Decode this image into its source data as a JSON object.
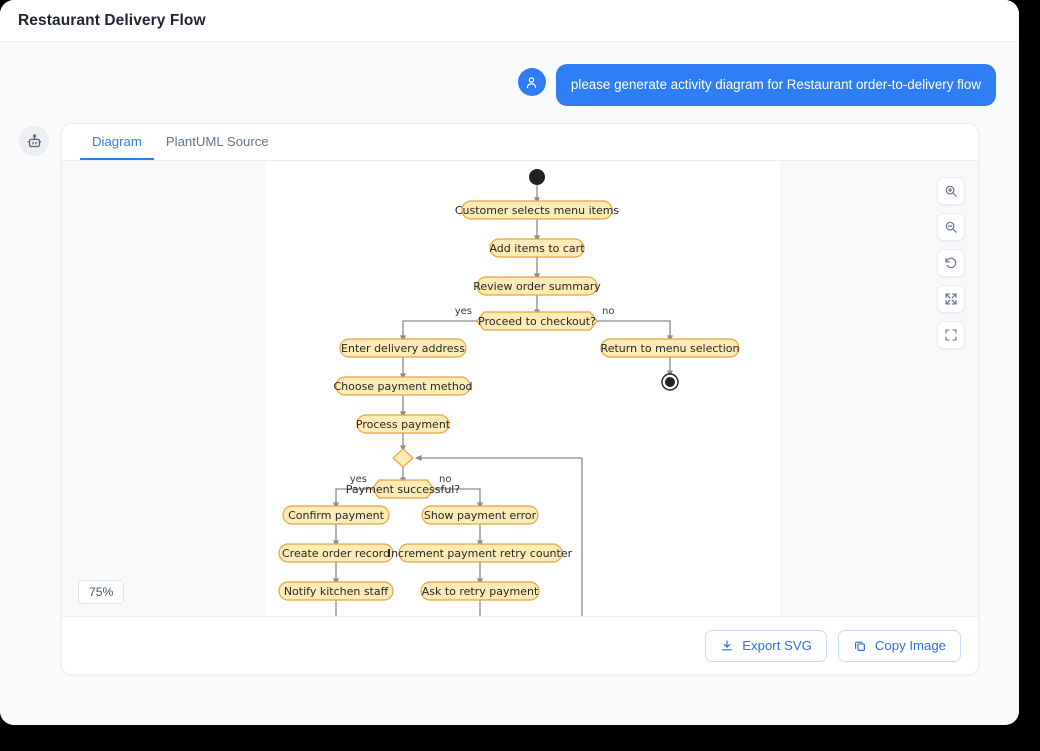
{
  "window": {
    "title": "Restaurant Delivery Flow"
  },
  "conversation": {
    "user": {
      "avatar_icon": "user-icon",
      "message": "please generate activity diagram for Restaurant order-to-delivery flow"
    },
    "assistant": {
      "avatar_icon": "robot-icon"
    }
  },
  "result_card": {
    "tabs": [
      {
        "label": "Diagram",
        "active": true
      },
      {
        "label": "PlantUML Source",
        "active": false
      }
    ],
    "zoom_level": "75%",
    "toolbar": [
      {
        "icon": "zoom-in-icon",
        "label": "Zoom in"
      },
      {
        "icon": "zoom-out-icon",
        "label": "Zoom out"
      },
      {
        "icon": "reset-rotate-icon",
        "label": "Reset view"
      },
      {
        "icon": "fit-to-screen-icon",
        "label": "Fit to screen"
      },
      {
        "icon": "fullscreen-icon",
        "label": "Fullscreen"
      }
    ],
    "footer_actions": [
      {
        "icon": "download-icon",
        "label": "Export SVG"
      },
      {
        "icon": "copy-icon",
        "label": "Copy Image"
      }
    ]
  },
  "chart_data": {
    "type": "diagram",
    "diagram_kind": "uml-activity",
    "title": "Restaurant order-to-delivery flow",
    "theme": {
      "node_fill": "#FDEBB7",
      "node_stroke": "#E8A33D",
      "edge_stroke": "#8A8A8A",
      "text_color": "#262626",
      "canvas_background": "#ffffff"
    },
    "nodes": [
      {
        "id": "start",
        "type": "start",
        "label": ""
      },
      {
        "id": "select_menu",
        "type": "action",
        "label": "Customer selects menu items"
      },
      {
        "id": "add_cart",
        "type": "action",
        "label": "Add items to cart"
      },
      {
        "id": "review_order",
        "type": "action",
        "label": "Review order summary"
      },
      {
        "id": "checkout_dec",
        "type": "decision",
        "label": "Proceed to checkout?"
      },
      {
        "id": "enter_address",
        "type": "action",
        "label": "Enter delivery address"
      },
      {
        "id": "return_menu",
        "type": "action",
        "label": "Return to menu selection"
      },
      {
        "id": "end1",
        "type": "end",
        "label": ""
      },
      {
        "id": "choose_payment",
        "type": "action",
        "label": "Choose payment method"
      },
      {
        "id": "process_payment",
        "type": "action",
        "label": "Process payment"
      },
      {
        "id": "merge1",
        "type": "merge",
        "label": ""
      },
      {
        "id": "pay_dec",
        "type": "decision",
        "label": "Payment successful?"
      },
      {
        "id": "confirm_pay",
        "type": "action",
        "label": "Confirm payment"
      },
      {
        "id": "create_order",
        "type": "action",
        "label": "Create order record"
      },
      {
        "id": "notify_kitchen",
        "type": "action",
        "label": "Notify kitchen staff"
      },
      {
        "id": "show_error",
        "type": "action",
        "label": "Show payment error"
      },
      {
        "id": "increment_retry",
        "type": "action",
        "label": "Increment payment retry counter"
      },
      {
        "id": "ask_retry",
        "type": "action",
        "label": "Ask to retry payment"
      }
    ],
    "edges": [
      {
        "from": "start",
        "to": "select_menu",
        "guard": ""
      },
      {
        "from": "select_menu",
        "to": "add_cart",
        "guard": ""
      },
      {
        "from": "add_cart",
        "to": "review_order",
        "guard": ""
      },
      {
        "from": "review_order",
        "to": "checkout_dec",
        "guard": ""
      },
      {
        "from": "checkout_dec",
        "to": "enter_address",
        "guard": "yes"
      },
      {
        "from": "checkout_dec",
        "to": "return_menu",
        "guard": "no"
      },
      {
        "from": "return_menu",
        "to": "end1",
        "guard": ""
      },
      {
        "from": "enter_address",
        "to": "choose_payment",
        "guard": ""
      },
      {
        "from": "choose_payment",
        "to": "process_payment",
        "guard": ""
      },
      {
        "from": "process_payment",
        "to": "merge1",
        "guard": ""
      },
      {
        "from": "merge1",
        "to": "pay_dec",
        "guard": ""
      },
      {
        "from": "pay_dec",
        "to": "confirm_pay",
        "guard": "yes"
      },
      {
        "from": "pay_dec",
        "to": "show_error",
        "guard": "no"
      },
      {
        "from": "confirm_pay",
        "to": "create_order",
        "guard": ""
      },
      {
        "from": "create_order",
        "to": "notify_kitchen",
        "guard": ""
      },
      {
        "from": "show_error",
        "to": "increment_retry",
        "guard": ""
      },
      {
        "from": "increment_retry",
        "to": "ask_retry",
        "guard": ""
      },
      {
        "from": "ask_retry",
        "to": "merge1",
        "guard": ""
      }
    ],
    "guard_labels": [
      "yes",
      "no",
      "yes",
      "no"
    ]
  }
}
